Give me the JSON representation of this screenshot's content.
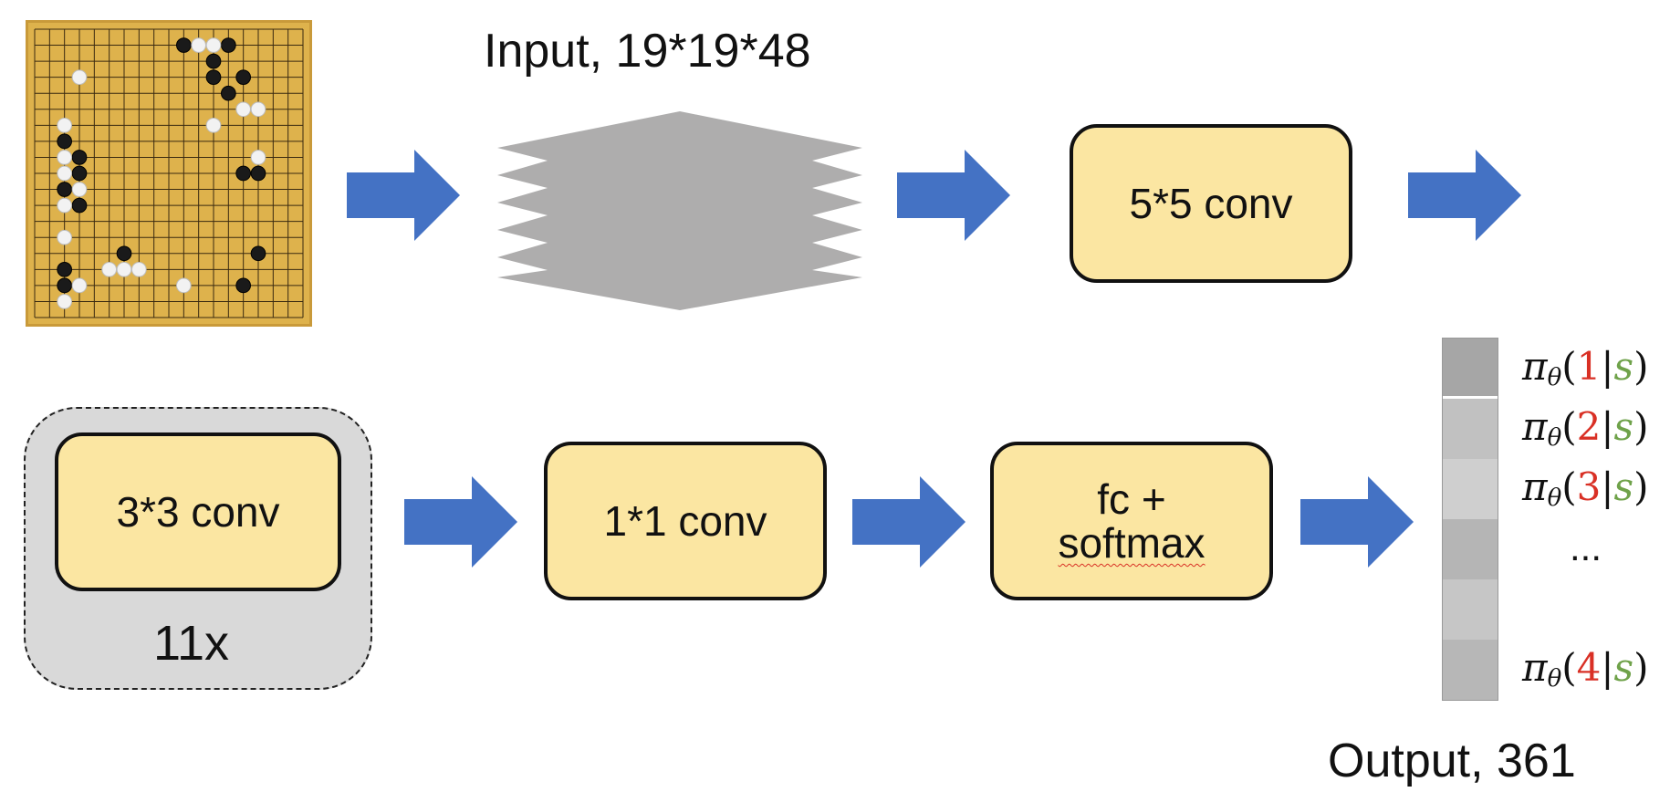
{
  "input": {
    "caption": "Input, 19*19*48",
    "board": {
      "size": 19,
      "black_stones": [
        [
          10,
          1
        ],
        [
          13,
          1
        ],
        [
          12,
          2
        ],
        [
          12,
          3
        ],
        [
          14,
          3
        ],
        [
          13,
          4
        ],
        [
          2,
          7
        ],
        [
          3,
          8
        ],
        [
          3,
          9
        ],
        [
          2,
          10
        ],
        [
          14,
          9
        ],
        [
          15,
          9
        ],
        [
          3,
          11
        ],
        [
          15,
          14
        ],
        [
          6,
          14
        ],
        [
          2,
          15
        ],
        [
          14,
          16
        ],
        [
          2,
          16
        ]
      ],
      "white_stones": [
        [
          11,
          1
        ],
        [
          12,
          1
        ],
        [
          3,
          3
        ],
        [
          15,
          5
        ],
        [
          14,
          5
        ],
        [
          2,
          6
        ],
        [
          12,
          6
        ],
        [
          2,
          8
        ],
        [
          2,
          9
        ],
        [
          15,
          8
        ],
        [
          3,
          10
        ],
        [
          2,
          11
        ],
        [
          2,
          13
        ],
        [
          5,
          15
        ],
        [
          6,
          15
        ],
        [
          7,
          15
        ],
        [
          10,
          16
        ],
        [
          3,
          16
        ],
        [
          2,
          17
        ]
      ]
    }
  },
  "stages": {
    "conv5": "5*5 conv",
    "conv3": "3*3 conv",
    "repeat": "11x",
    "conv1": "1*1 conv",
    "fc_line1": "fc +",
    "fc_line2": "softmax"
  },
  "output": {
    "caption": "Output, 361",
    "prob_prefix": "π",
    "prob_sub": "θ",
    "state": "s",
    "ellipsis": "...",
    "rows": [
      {
        "action": "1",
        "shade": "#a6a6a6",
        "labeled": true
      },
      {
        "action": "2",
        "shade": "#c1c1c1",
        "labeled": true
      },
      {
        "action": "3",
        "shade": "#cfcfcf",
        "labeled": true
      },
      {
        "action": "",
        "shade": "#b5b5b5",
        "labeled": false
      },
      {
        "action": "",
        "shade": "#c6c6c6",
        "labeled": false
      },
      {
        "action": "4",
        "shade": "#b7b7b7",
        "labeled": true
      }
    ]
  },
  "colors": {
    "arrow": "#4472c4",
    "box_fill": "#fbe6a2",
    "tensor": "#aeadad",
    "board": "#deb24c",
    "action_text": "#d93025",
    "state_text": "#6fa24a"
  }
}
